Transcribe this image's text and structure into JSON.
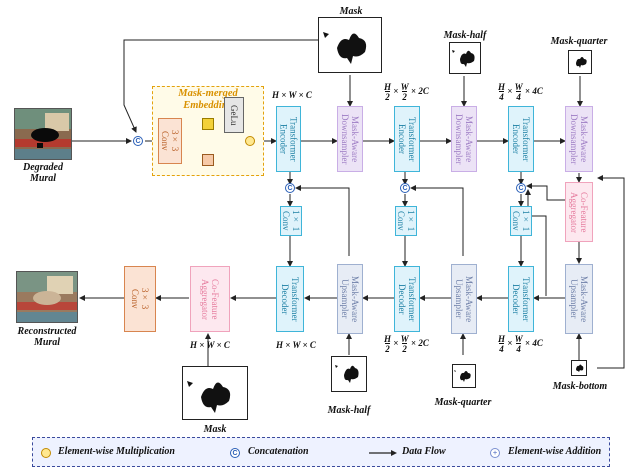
{
  "labels": {
    "degraded": "Degraded\nMural",
    "reconstructed": "Reconstructed\nMural",
    "embedding_title": "Mask-merged\nEmbedding",
    "mask_top": "Mask",
    "mask_half_top": "Mask-half",
    "mask_quarter_top": "Mask-quarter",
    "mask_bottom_left": "Mask",
    "mask_half_bottom": "Mask-half",
    "mask_quarter_bottom": "Mask-quarter",
    "mask_bottom": "Mask-bottom"
  },
  "dims": {
    "top1": "H × W × C",
    "top2_a": "H",
    "top2_b": "2",
    "top2_c": "W",
    "top2_d": "2",
    "top2_e": "2C",
    "top3_a": "H",
    "top3_b": "4",
    "top3_c": "W",
    "top3_d": "4",
    "top3_e": "4C",
    "bot_left": "H × W × C",
    "bot1": "H × W × C",
    "bot2_a": "H",
    "bot2_b": "2",
    "bot2_c": "W",
    "bot2_d": "2",
    "bot2_e": "2C",
    "bot3_a": "H",
    "bot3_b": "4",
    "bot3_c": "W",
    "bot3_d": "4",
    "bot3_e": "4C"
  },
  "blocks": {
    "conv3": "3× 3\nConv",
    "gelu": "GeLu",
    "enc": "Transformer\nEncoder",
    "dwn": "Mask-Aware\nDownsampler",
    "conv1": "1× 1\nConv",
    "dec": "Transformer\nDecoder",
    "up": "Mask-Aware\nUpsampler",
    "cf": "Co-Feature\nAggregator",
    "conv_out": "3× 3\nConv"
  },
  "symbols": {
    "concat": "C",
    "add": "+"
  },
  "legend": {
    "mult": "Element-wise Multiplication",
    "concat": "Concatenation",
    "flow": "Data Flow",
    "add": "Element-wise Addition"
  },
  "colors": {
    "encoder": "#3fb5d9",
    "downsampler": "#c9aee6",
    "upsampler": "#9fb0d0",
    "aggregator": "#f0a3bc",
    "conv": "#d8854f",
    "embedding": "#e3a20c",
    "concat": "#2a5fb7"
  }
}
